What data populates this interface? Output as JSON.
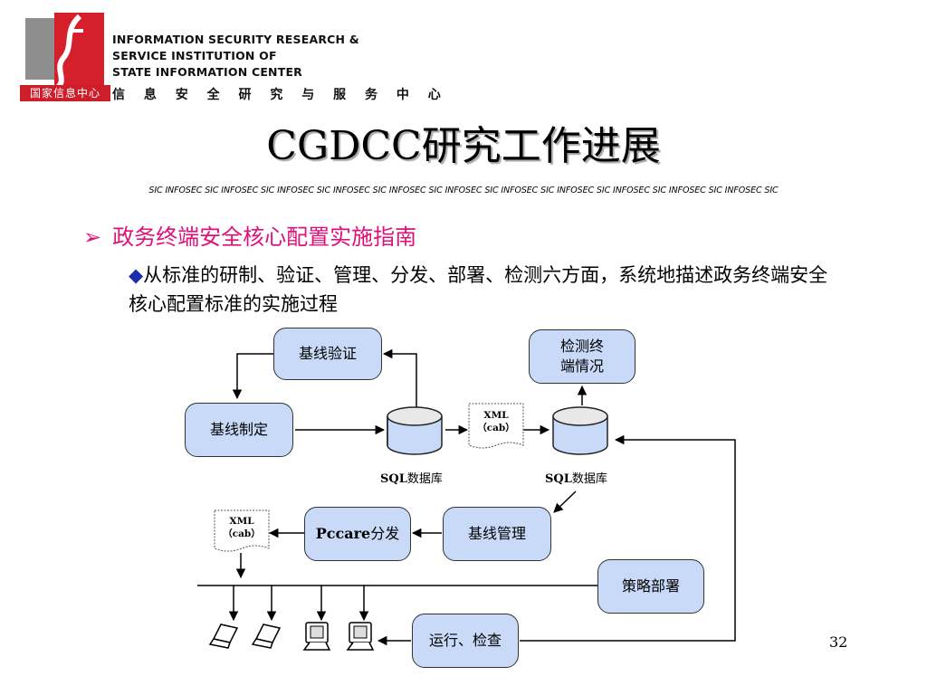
{
  "header": {
    "org_lines": [
      "INFORMATION SECURITY RESEARCH &",
      "SERVICE INSTITUTION OF",
      "STATE INFORMATION CENTER"
    ],
    "org_cn": "信 息 安 全 研 究 与 服 务 中 心",
    "logo_banner": "国家信息中心"
  },
  "title": "CGDCC研究工作进展",
  "ticker": "SIC INFOSEC   SIC INFOSEC SIC INFOSEC   SIC INFOSEC SIC INFOSEC   SIC INFOSEC SIC INFOSEC   SIC INFOSEC SIC INFOSEC SIC INFOSEC SIC INFOSEC SIC",
  "bullets": {
    "level1": "政务终端安全核心配置实施指南",
    "level2": "从标准的研制、验证、管理、分发、部署、检测六方面，系统地描述政务终端安全核心配置标准的实施过程"
  },
  "diagram": {
    "boxes": {
      "baseline_verify": "基线验证",
      "baseline_make": "基线制定",
      "detect_terminal": "检测终端情况",
      "baseline_manage": "基线管理",
      "pccare_bold": "Pccare",
      "pccare_rest": "分发",
      "policy_deploy": "策略部署",
      "run_check": "运行、检查"
    },
    "databases": {
      "sql1_bold": "SQL",
      "sql1_rest": "数据库",
      "sql2_bold": "SQL",
      "sql2_rest": "数据库"
    },
    "documents": {
      "doc1_line1": "XML",
      "doc1_line2": "（cab）",
      "doc2_line1": "XML",
      "doc2_line2": "（cab）"
    },
    "box_fill": "#c9daf8"
  },
  "page_number": "32"
}
